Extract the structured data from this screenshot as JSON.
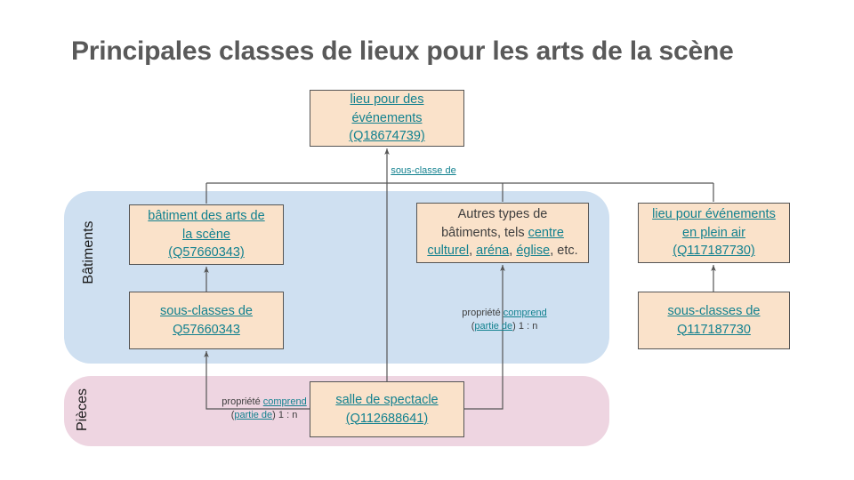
{
  "page": {
    "title": "Principales classes de lieux pour les arts de la scène",
    "background": "#ffffff",
    "accent_link_color": "#12818f",
    "node_fill": "#fae2ca",
    "node_border": "#555555",
    "lane_buildings_color": "#cfe0f1",
    "lane_rooms_color": "#eed5e1",
    "title_color": "#595959"
  },
  "lanes": [
    {
      "id": "buildings",
      "label": "Bâtiments"
    },
    {
      "id": "rooms",
      "label": "Pièces"
    }
  ],
  "nodes": {
    "event_venue": {
      "line1": "lieu pour des",
      "line2": "événements",
      "line3": "(Q18674739)"
    },
    "performing_arts_building": {
      "line1": "bâtiment des arts de",
      "line2": "la scène",
      "line3": "(Q57660343)"
    },
    "subclasses_q57660343": {
      "line1": "sous-classes de",
      "line2": "Q57660343"
    },
    "other_building_types": {
      "part1": "Autres types de",
      "part2": "bâtiments, tels ",
      "link1": "centre",
      "link1b": "culturel",
      "sep1": ", ",
      "link2": "aréna",
      "sep2": ", ",
      "link3": "église",
      "tail": ", etc."
    },
    "outdoor_event_venue": {
      "line1": "lieu pour événements",
      "line2": "en plein air",
      "line3": " (Q117187730)"
    },
    "subclasses_q117187730": {
      "line1": "sous-classes de",
      "line2": "Q117187730"
    },
    "performance_hall": {
      "line1": "salle de spectacle",
      "line2": "(Q112688641)"
    }
  },
  "edge_labels": {
    "subclass_of": "sous-classe de",
    "property_includes": {
      "prefix": "propriété ",
      "link": "comprend",
      "paren_open": "(",
      "link2": "partie de",
      "paren_close": ") ",
      "cardinality": "1 : n"
    }
  }
}
